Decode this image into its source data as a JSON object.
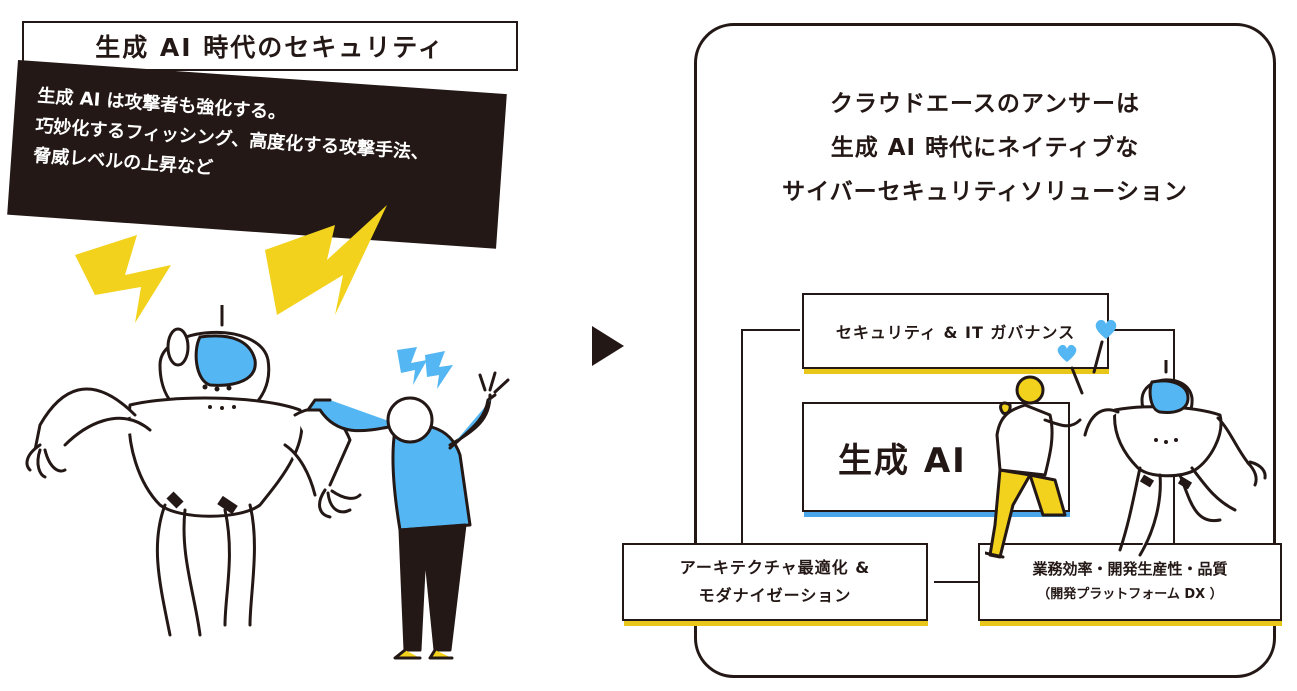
{
  "left": {
    "title": "生成 AI 時代のセキュリティ",
    "threat_lines": [
      "生成 AI は攻撃者も強化する。",
      "巧妙化するフィッシング、高度化する攻撃手法、",
      "脅威レベルの上昇など"
    ]
  },
  "right": {
    "heading_lines": [
      "クラウドエースのアンサーは",
      "生成 AI 時代にネイティブな",
      "サイバーセキュリティソリューション"
    ],
    "box_security": "セキュリティ & IT ガバナンス",
    "box_genai": "生成 AI",
    "box_arch_line1": "アーキテクチャ最適化 &",
    "box_arch_line2": "モダナイゼーション",
    "box_biz_line1": "業務効率・開発生産性・品質",
    "box_biz_line2": "（開発プラットフォーム DX ）"
  },
  "colors": {
    "ink": "#231815",
    "yellow": "#f2d21c",
    "blue": "#54b6f2",
    "yellow_line": "#e8c71a",
    "blue_line": "#4aa6e8"
  },
  "icons": [
    "lightning-bolt-icon",
    "robot-icon",
    "person-icon",
    "heart-icon",
    "arrow-right-icon"
  ]
}
